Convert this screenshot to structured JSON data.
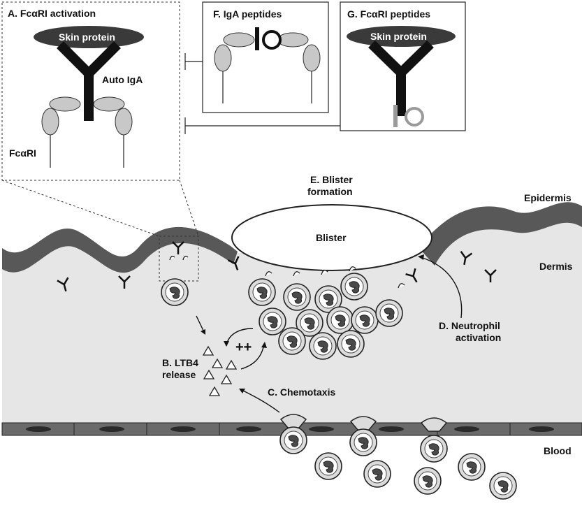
{
  "panels": {
    "a": {
      "title": "A. FcαRI activation",
      "skin_protein": "Skin protein",
      "auto_iga": "Auto IgA",
      "receptor": "FcαRI"
    },
    "f": {
      "title": "F. IgA peptides"
    },
    "g": {
      "title": "G. FcαRI peptides",
      "skin_protein": "Skin protein"
    }
  },
  "labels": {
    "blister_formation_line1": "E. Blister",
    "blister_formation_line2": "formation",
    "blister": "Blister",
    "epidermis": "Epidermis",
    "dermis": "Dermis",
    "blood": "Blood",
    "ltb4_line1": "B. LTB4",
    "ltb4_line2": "release",
    "amplification": "++",
    "chemotaxis": "C. Chemotaxis",
    "neutrophil_activation_line1": "D. Neutrophil",
    "neutrophil_activation_line2": "activation"
  },
  "colors": {
    "tissue_fill": "#e6e6e6",
    "epidermis": "#585858",
    "receptor_gray": "#c8c8c8",
    "antibody": "#111111",
    "vessel": "#6a6a6a"
  }
}
